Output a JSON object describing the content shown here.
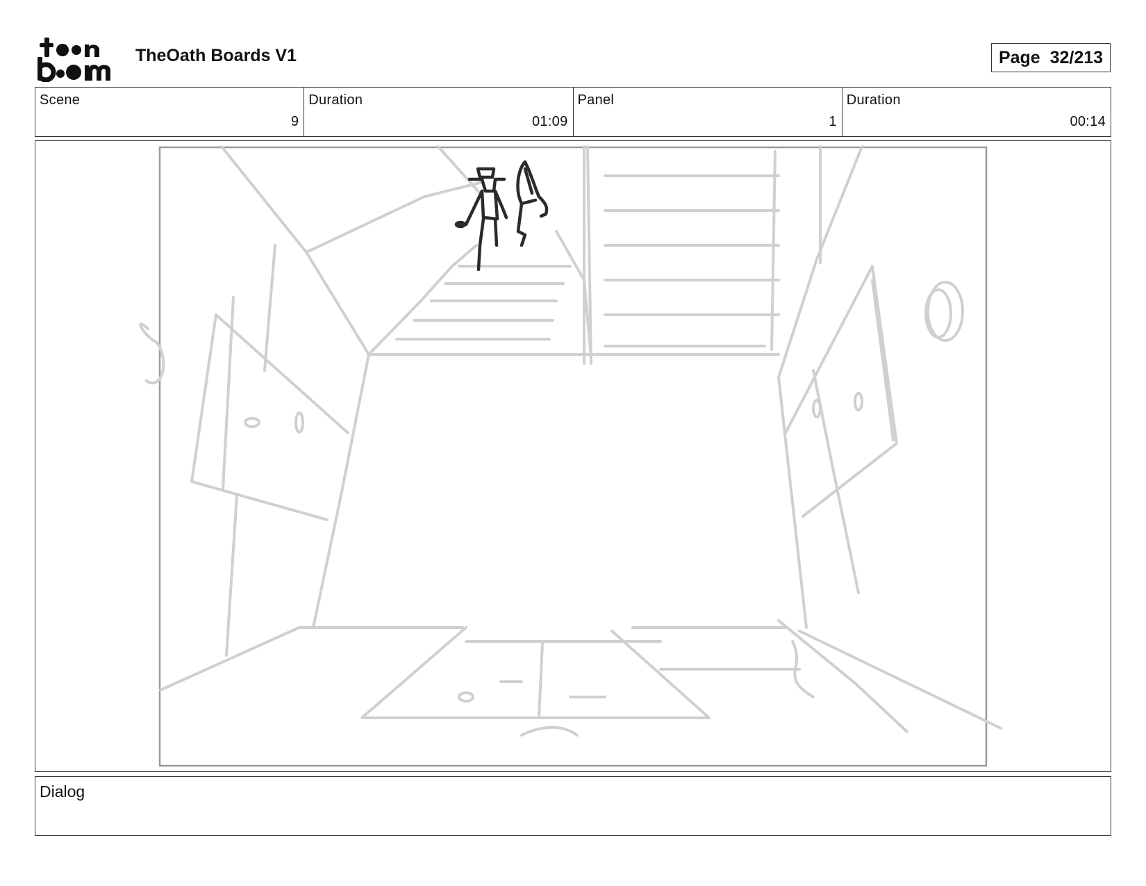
{
  "header": {
    "logo": {
      "text_top": "toon",
      "text_bottom": "boom",
      "icon": "toon-boom-logo"
    },
    "title": "TheOath Boards V1",
    "page_label": "Page  32/213"
  },
  "info": [
    {
      "label": "Scene",
      "value": "9"
    },
    {
      "label": "Duration",
      "value": "01:09"
    },
    {
      "label": "Panel",
      "value": "1"
    },
    {
      "label": "Duration",
      "value": "00:14"
    }
  ],
  "panel": {
    "image": "storyboard-sketch",
    "description_icon": "hallway-stairs-sketch"
  },
  "dialog": {
    "label": "Dialog",
    "text": ""
  }
}
